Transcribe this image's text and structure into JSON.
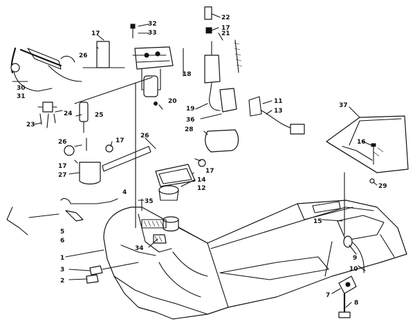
{
  "diagram": {
    "part_labels": [
      {
        "id": "p1",
        "text": "1"
      },
      {
        "id": "p2",
        "text": "2"
      },
      {
        "id": "p3",
        "text": "3"
      },
      {
        "id": "p4",
        "text": "4"
      },
      {
        "id": "p5",
        "text": "5"
      },
      {
        "id": "p6",
        "text": "6"
      },
      {
        "id": "p7",
        "text": "7"
      },
      {
        "id": "p8",
        "text": "8"
      },
      {
        "id": "p9",
        "text": "9"
      },
      {
        "id": "p10",
        "text": "10"
      },
      {
        "id": "p11",
        "text": "11"
      },
      {
        "id": "p12",
        "text": "12"
      },
      {
        "id": "p13",
        "text": "13"
      },
      {
        "id": "p14",
        "text": "14"
      },
      {
        "id": "p15",
        "text": "15"
      },
      {
        "id": "p16",
        "text": "16"
      },
      {
        "id": "p17a",
        "text": "17"
      },
      {
        "id": "p17b",
        "text": "17"
      },
      {
        "id": "p17c",
        "text": "17"
      },
      {
        "id": "p17d",
        "text": "17"
      },
      {
        "id": "p17e",
        "text": "17"
      },
      {
        "id": "p18",
        "text": "18"
      },
      {
        "id": "p19",
        "text": "19"
      },
      {
        "id": "p20",
        "text": "20"
      },
      {
        "id": "p21",
        "text": "21"
      },
      {
        "id": "p22",
        "text": "22"
      },
      {
        "id": "p23",
        "text": "23"
      },
      {
        "id": "p24",
        "text": "24"
      },
      {
        "id": "p25",
        "text": "25"
      },
      {
        "id": "p26a",
        "text": "26"
      },
      {
        "id": "p26b",
        "text": "26"
      },
      {
        "id": "p26c",
        "text": "26"
      },
      {
        "id": "p27",
        "text": "27"
      },
      {
        "id": "p28",
        "text": "28"
      },
      {
        "id": "p29",
        "text": "29"
      },
      {
        "id": "p30",
        "text": "30"
      },
      {
        "id": "p31",
        "text": "31"
      },
      {
        "id": "p32",
        "text": "32"
      },
      {
        "id": "p33",
        "text": "33"
      },
      {
        "id": "p34",
        "text": "34"
      },
      {
        "id": "p35",
        "text": "35"
      },
      {
        "id": "p36",
        "text": "36"
      },
      {
        "id": "p37",
        "text": "37"
      }
    ]
  }
}
